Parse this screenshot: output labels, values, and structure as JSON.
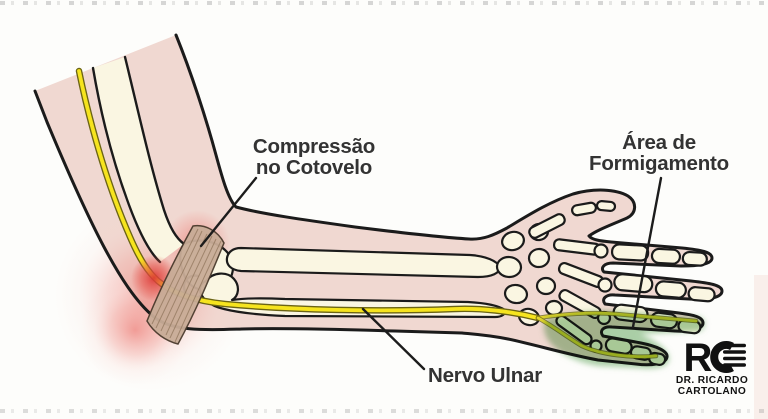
{
  "labels": {
    "compression": {
      "line1": "Compressão",
      "line2": "no Cotovelo"
    },
    "tingling": {
      "line1": "Área de",
      "line2": "Formigamento"
    },
    "nerve": {
      "text": "Nervo Ulnar"
    }
  },
  "logo": {
    "monogram_r": "R",
    "name_line1": "DR. RICARDO",
    "name_line2": "CARTOLANO"
  },
  "colors": {
    "background": "#fdfdfb",
    "skin": "#f0d8d1",
    "bone": "#faf6e2",
    "outline": "#1b1b1b",
    "nerve_yellow": "#f6e41e",
    "nerve_edge": "#6b6414",
    "nerve_branch_olive": "#e3d42e",
    "compression_red": "#dc3835",
    "glow_pink": "#ef8a84",
    "tingling_green": "#6fae6a",
    "ligament_tan": "#c8ac97",
    "ligament_fiber": "#8d7258",
    "label_text": "#333333",
    "pointer_line": "#1c1c1c",
    "logo_black": "#111111"
  }
}
